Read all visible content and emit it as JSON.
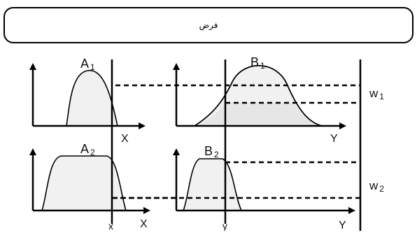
{
  "header": {
    "text": "فرض"
  },
  "panels": [
    {
      "id": "A1",
      "name": "A",
      "sub": "1",
      "axis": "X"
    },
    {
      "id": "B1",
      "name": "B",
      "sub": "1",
      "axis": "Y"
    },
    {
      "id": "A2",
      "name": "A",
      "sub": "2",
      "axis": "X"
    },
    {
      "id": "B2",
      "name": "B",
      "sub": "2",
      "axis": "Y"
    }
  ],
  "inputs": {
    "x": "x",
    "y": "y"
  },
  "weights": [
    {
      "name": "w",
      "sub": "1"
    },
    {
      "name": "w",
      "sub": "2"
    }
  ]
}
